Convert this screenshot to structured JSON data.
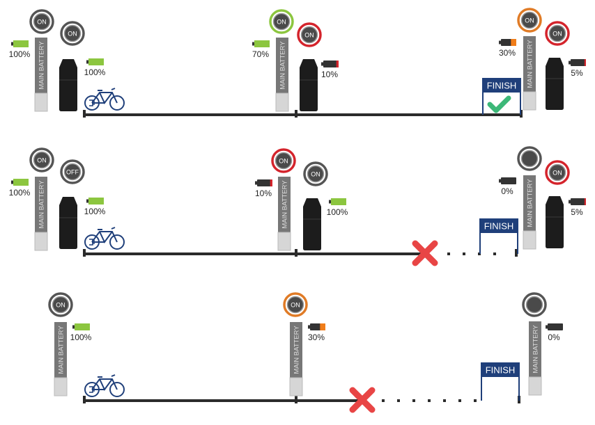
{
  "colors": {
    "track": "#2b2b2b",
    "ring_dark": "#555555",
    "ring_green": "#8cc63f",
    "ring_orange": "#e07b26",
    "ring_red": "#d4242c",
    "battery_green": "#8cc63f",
    "battery_orange": "#f07d1a",
    "battery_red": "#d4242c",
    "finish_blue": "#1f3f7a",
    "check_green": "#3cb878",
    "cross_red": "#e84545",
    "bike_blue": "#1f3f7a"
  },
  "labels": {
    "main_battery": "MAIN BATTERY",
    "finish": "FINISH",
    "on": "ON",
    "off": "OFF"
  },
  "rows": [
    {
      "outcome": "finish-reached",
      "has_range_extender": true,
      "stations": [
        {
          "main": {
            "switch": "ON",
            "ring": "dark",
            "percent": "100%",
            "level": 1.0,
            "level_color": "green"
          },
          "extender": {
            "switch": "ON",
            "ring": "dark",
            "percent": "100%",
            "level": 1.0,
            "level_color": "green"
          }
        },
        {
          "main": {
            "switch": "ON",
            "ring": "green",
            "percent": "70%",
            "level": 1.0,
            "level_color": "green"
          },
          "extender": {
            "switch": "ON",
            "ring": "red",
            "percent": "10%",
            "level": 0.15,
            "level_color": "red"
          }
        },
        {
          "main": {
            "switch": "ON",
            "ring": "orange",
            "percent": "30%",
            "level": 0.35,
            "level_color": "orange"
          },
          "extender": {
            "switch": "ON",
            "ring": "red",
            "percent": "5%",
            "level": 0.1,
            "level_color": "red"
          }
        }
      ]
    },
    {
      "outcome": "stopped-before-finish",
      "has_range_extender": true,
      "stations": [
        {
          "main": {
            "switch": "ON",
            "ring": "dark",
            "percent": "100%",
            "level": 1.0,
            "level_color": "green"
          },
          "extender": {
            "switch": "OFF",
            "ring": "dark",
            "percent": "100%",
            "level": 1.0,
            "level_color": "green"
          }
        },
        {
          "main": {
            "switch": "ON",
            "ring": "red",
            "percent": "10%",
            "level": 0.15,
            "level_color": "red"
          },
          "extender": {
            "switch": "ON",
            "ring": "dark",
            "percent": "100%",
            "level": 1.0,
            "level_color": "green"
          }
        },
        {
          "main": {
            "switch": "",
            "ring": "dark",
            "percent": "0%",
            "level": 0.0,
            "level_color": "green"
          },
          "extender": {
            "switch": "ON",
            "ring": "red",
            "percent": "5%",
            "level": 0.1,
            "level_color": "red"
          }
        }
      ]
    },
    {
      "outcome": "stopped-before-finish",
      "has_range_extender": false,
      "stations": [
        {
          "main": {
            "switch": "ON",
            "ring": "dark",
            "percent": "100%",
            "level": 1.0,
            "level_color": "green"
          }
        },
        {
          "main": {
            "switch": "ON",
            "ring": "orange",
            "percent": "30%",
            "level": 0.35,
            "level_color": "orange"
          }
        },
        {
          "main": {
            "switch": "",
            "ring": "dark",
            "percent": "0%",
            "level": 0.0,
            "level_color": "green"
          }
        }
      ]
    }
  ]
}
